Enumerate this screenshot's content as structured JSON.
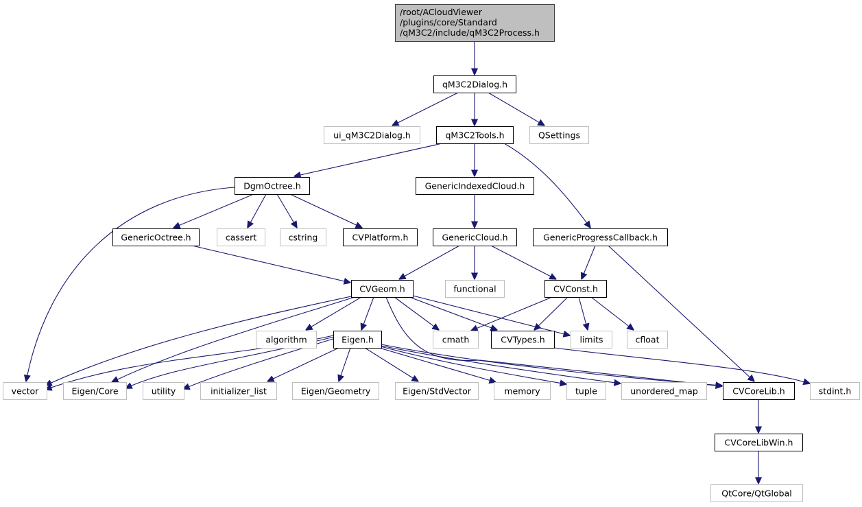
{
  "diagram": {
    "type": "include-dependency-graph",
    "colors": {
      "edge": "#191970",
      "root_fill": "#bfbfbf",
      "root_border": "#404040",
      "documented_border": "#000000",
      "external_border": "#bfbfbf",
      "node_fill": "#ffffff"
    },
    "nodes": [
      {
        "id": "root",
        "kind": "root",
        "lines": [
          "/root/ACloudViewer",
          "/plugins/core/Standard",
          "/qM3C2/include/qM3C2Process.h"
        ]
      },
      {
        "id": "qM3C2Dialog",
        "kind": "documented",
        "lines": [
          "qM3C2Dialog.h"
        ]
      },
      {
        "id": "ui_qM3C2Dialog",
        "kind": "external",
        "lines": [
          "ui_qM3C2Dialog.h"
        ]
      },
      {
        "id": "qM3C2Tools",
        "kind": "documented",
        "lines": [
          "qM3C2Tools.h"
        ]
      },
      {
        "id": "QSettings",
        "kind": "external",
        "lines": [
          "QSettings"
        ]
      },
      {
        "id": "DgmOctree",
        "kind": "documented",
        "lines": [
          "DgmOctree.h"
        ]
      },
      {
        "id": "GenericIndexedCloud",
        "kind": "documented",
        "lines": [
          "GenericIndexedCloud.h"
        ]
      },
      {
        "id": "GenericOctree",
        "kind": "documented",
        "lines": [
          "GenericOctree.h"
        ]
      },
      {
        "id": "cassert",
        "kind": "external",
        "lines": [
          "cassert"
        ]
      },
      {
        "id": "cstring",
        "kind": "external",
        "lines": [
          "cstring"
        ]
      },
      {
        "id": "CVPlatform",
        "kind": "documented",
        "lines": [
          "CVPlatform.h"
        ]
      },
      {
        "id": "GenericCloud",
        "kind": "documented",
        "lines": [
          "GenericCloud.h"
        ]
      },
      {
        "id": "GenericProgressCallback",
        "kind": "documented",
        "lines": [
          "GenericProgressCallback.h"
        ]
      },
      {
        "id": "CVGeom",
        "kind": "documented",
        "lines": [
          "CVGeom.h"
        ]
      },
      {
        "id": "functional",
        "kind": "external",
        "lines": [
          "functional"
        ]
      },
      {
        "id": "CVConst",
        "kind": "documented",
        "lines": [
          "CVConst.h"
        ]
      },
      {
        "id": "algorithm",
        "kind": "external",
        "lines": [
          "algorithm"
        ]
      },
      {
        "id": "Eigen",
        "kind": "documented",
        "lines": [
          "Eigen.h"
        ]
      },
      {
        "id": "cmath",
        "kind": "external",
        "lines": [
          "cmath"
        ]
      },
      {
        "id": "CVTypes",
        "kind": "documented",
        "lines": [
          "CVTypes.h"
        ]
      },
      {
        "id": "limits",
        "kind": "external",
        "lines": [
          "limits"
        ]
      },
      {
        "id": "cfloat",
        "kind": "external",
        "lines": [
          "cfloat"
        ]
      },
      {
        "id": "vector",
        "kind": "external",
        "lines": [
          "vector"
        ]
      },
      {
        "id": "EigenCore",
        "kind": "external",
        "lines": [
          "Eigen/Core"
        ]
      },
      {
        "id": "utility",
        "kind": "external",
        "lines": [
          "utility"
        ]
      },
      {
        "id": "initializer_list",
        "kind": "external",
        "lines": [
          "initializer_list"
        ]
      },
      {
        "id": "EigenGeometry",
        "kind": "external",
        "lines": [
          "Eigen/Geometry"
        ]
      },
      {
        "id": "EigenStdVector",
        "kind": "external",
        "lines": [
          "Eigen/StdVector"
        ]
      },
      {
        "id": "memory",
        "kind": "external",
        "lines": [
          "memory"
        ]
      },
      {
        "id": "tuple",
        "kind": "external",
        "lines": [
          "tuple"
        ]
      },
      {
        "id": "unordered_map",
        "kind": "external",
        "lines": [
          "unordered_map"
        ]
      },
      {
        "id": "CVCoreLib",
        "kind": "documented",
        "lines": [
          "CVCoreLib.h"
        ]
      },
      {
        "id": "stdint",
        "kind": "external",
        "lines": [
          "stdint.h"
        ]
      },
      {
        "id": "CVCoreLibWin",
        "kind": "documented",
        "lines": [
          "CVCoreLibWin.h"
        ]
      },
      {
        "id": "QtGlobal",
        "kind": "external",
        "lines": [
          "QtCore/QtGlobal"
        ]
      }
    ],
    "edges": [
      [
        "root",
        "qM3C2Dialog"
      ],
      [
        "qM3C2Dialog",
        "ui_qM3C2Dialog"
      ],
      [
        "qM3C2Dialog",
        "qM3C2Tools"
      ],
      [
        "qM3C2Dialog",
        "QSettings"
      ],
      [
        "qM3C2Tools",
        "DgmOctree"
      ],
      [
        "qM3C2Tools",
        "GenericIndexedCloud"
      ],
      [
        "qM3C2Tools",
        "GenericProgressCallback"
      ],
      [
        "DgmOctree",
        "vector"
      ],
      [
        "DgmOctree",
        "GenericOctree"
      ],
      [
        "DgmOctree",
        "cassert"
      ],
      [
        "DgmOctree",
        "cstring"
      ],
      [
        "DgmOctree",
        "CVPlatform"
      ],
      [
        "GenericIndexedCloud",
        "GenericCloud"
      ],
      [
        "GenericOctree",
        "CVGeom"
      ],
      [
        "GenericCloud",
        "CVGeom"
      ],
      [
        "GenericCloud",
        "functional"
      ],
      [
        "GenericCloud",
        "CVConst"
      ],
      [
        "GenericProgressCallback",
        "CVConst"
      ],
      [
        "GenericProgressCallback",
        "CVCoreLib"
      ],
      [
        "CVGeom",
        "vector"
      ],
      [
        "CVGeom",
        "EigenCore"
      ],
      [
        "CVGeom",
        "algorithm"
      ],
      [
        "CVGeom",
        "Eigen"
      ],
      [
        "CVGeom",
        "cmath"
      ],
      [
        "CVGeom",
        "CVTypes"
      ],
      [
        "CVGeom",
        "limits"
      ],
      [
        "CVGeom",
        "CVCoreLib"
      ],
      [
        "CVConst",
        "cmath"
      ],
      [
        "CVConst",
        "CVTypes"
      ],
      [
        "CVConst",
        "limits"
      ],
      [
        "CVConst",
        "cfloat"
      ],
      [
        "Eigen",
        "vector"
      ],
      [
        "Eigen",
        "EigenCore"
      ],
      [
        "Eigen",
        "utility"
      ],
      [
        "Eigen",
        "initializer_list"
      ],
      [
        "Eigen",
        "EigenGeometry"
      ],
      [
        "Eigen",
        "EigenStdVector"
      ],
      [
        "Eigen",
        "memory"
      ],
      [
        "Eigen",
        "tuple"
      ],
      [
        "Eigen",
        "unordered_map"
      ],
      [
        "Eigen",
        "CVCoreLib"
      ],
      [
        "CVTypes",
        "stdint"
      ],
      [
        "CVCoreLib",
        "CVCoreLibWin"
      ],
      [
        "CVCoreLibWin",
        "QtGlobal"
      ]
    ]
  }
}
